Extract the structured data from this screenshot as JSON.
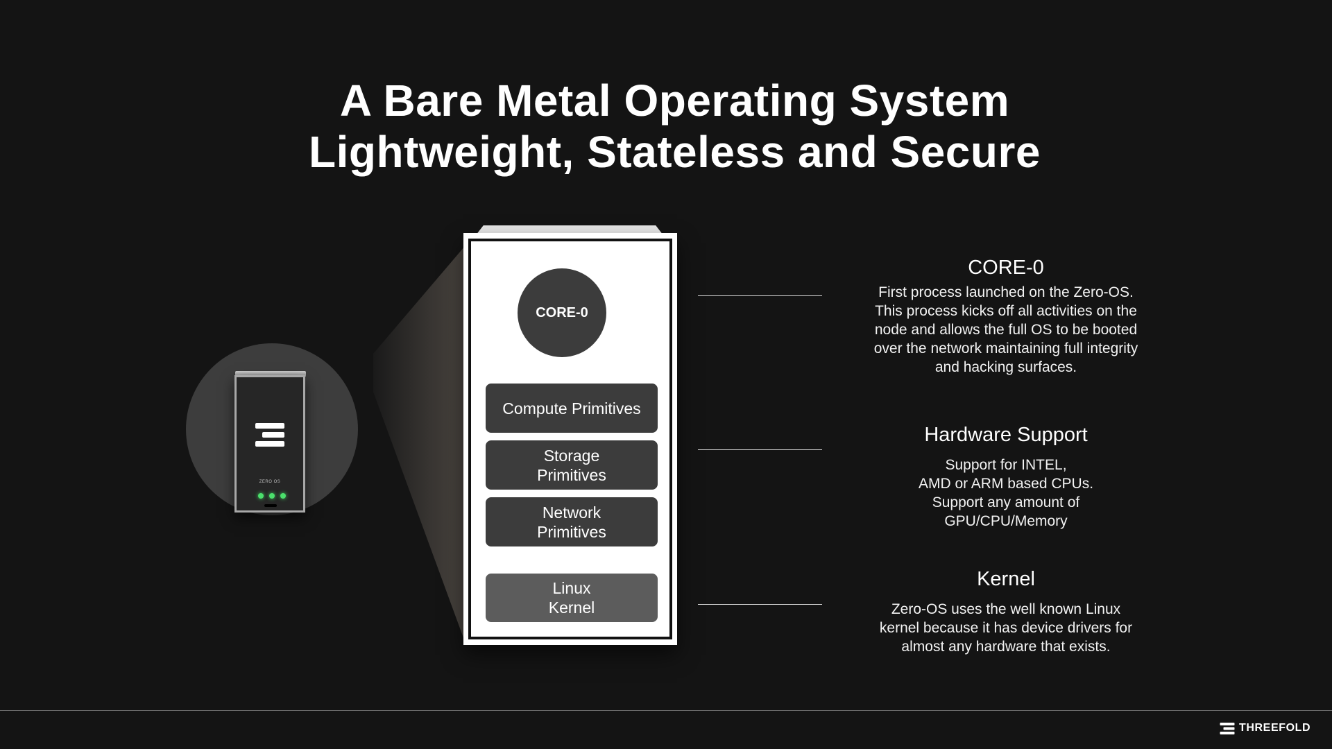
{
  "title": {
    "line1": "A Bare Metal Operating System",
    "line2": "Lightweight, Stateless and Secure"
  },
  "device": {
    "brand_label": "ZERO OS",
    "led_color": "#4be06c"
  },
  "stack": {
    "core_label": "CORE-0",
    "primitives": [
      {
        "label": "Compute Primitives"
      },
      {
        "label": "Storage\nPrimitives"
      },
      {
        "label": "Network\nPrimitives"
      }
    ],
    "kernel_label": "Linux\nKernel"
  },
  "descriptions": {
    "core": {
      "title": "CORE-0",
      "lines": [
        "First process launched on the Zero-OS.",
        "This process kicks off all activities on the",
        "node and allows the full OS to be booted",
        "over the network maintaining full integrity",
        "and hacking surfaces."
      ]
    },
    "hardware": {
      "title": "Hardware Support",
      "lines": [
        "Support for INTEL,",
        "AMD or ARM based CPUs.",
        "Support any amount of",
        "GPU/CPU/Memory"
      ]
    },
    "kernel": {
      "title": "Kernel",
      "lines": [
        "Zero-OS uses the well known Linux",
        "kernel because it has device drivers for",
        "almost any hardware that exists."
      ]
    }
  },
  "footer": {
    "brand": "THREEFOLD"
  },
  "colors": {
    "background": "#141414",
    "panel_dark": "#3c3c3c",
    "panel_light": "#5c5c5c"
  }
}
